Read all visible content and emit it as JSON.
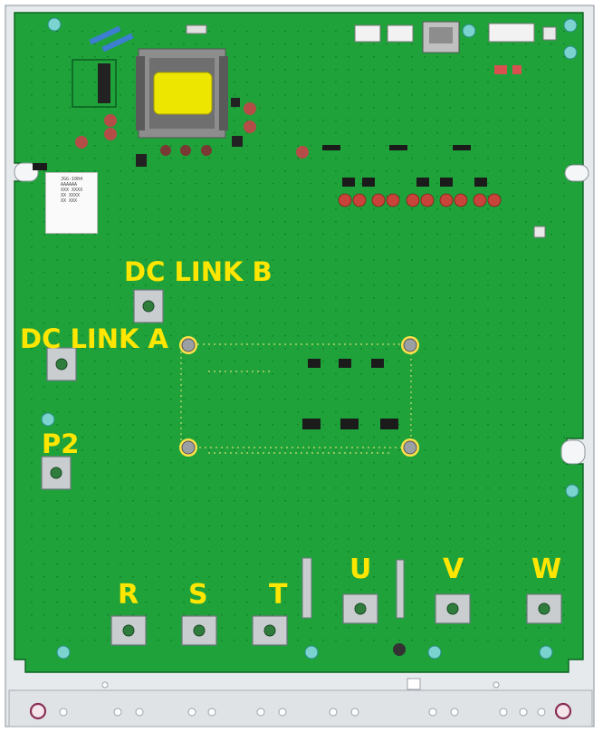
{
  "diagram": {
    "labels": {
      "dc_link_b": "DC LINK B",
      "dc_link_a": "DC LINK A",
      "p2": "P2",
      "r": "R",
      "s": "S",
      "t": "T",
      "u": "U",
      "v": "V",
      "w": "W"
    },
    "sticker_lines": [
      "JGG-1004",
      "AAAAAA",
      "XXX XXXX",
      "XX XXXX",
      "XX XXX"
    ],
    "colors": {
      "pcb": "#1fa23a",
      "pcb_dark": "#0f7a27",
      "label": "#ffe600",
      "terminal": "#c9cdd0",
      "metal_frame": "#e8ecef",
      "capacitor": "#c8443a",
      "transformer_core": "#ece600"
    }
  }
}
